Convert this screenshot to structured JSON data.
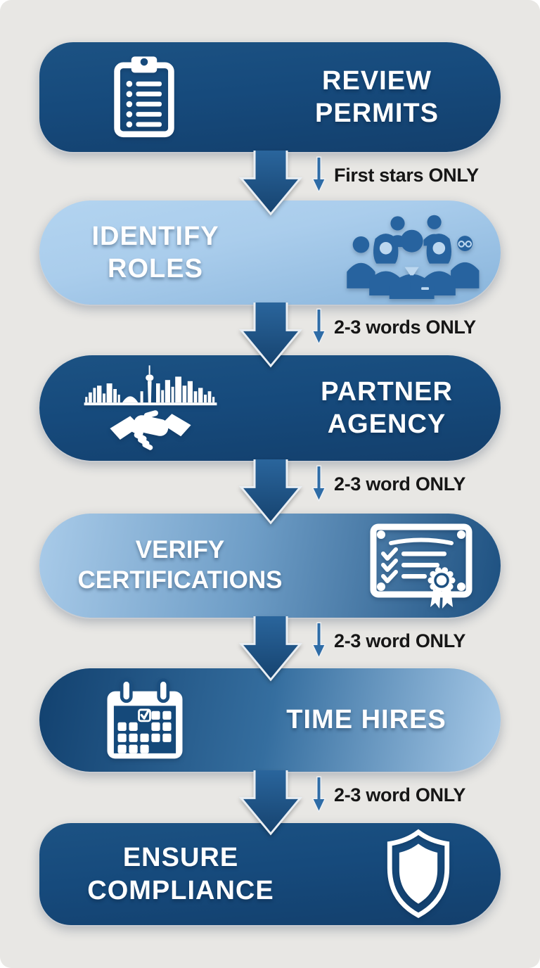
{
  "colors": {
    "dark_blue": "#164a7c",
    "dark_blue_2": "#133f6c",
    "light_blue": "#aacdec",
    "light_blue_2": "#88b4db",
    "arrow_blue": "#1f568a",
    "small_arrow": "#2e6ca6",
    "label_text": "#161616",
    "bg": "#e8e7e4",
    "icon_blue": "#27639f",
    "icon_accent": "#bcd7ef"
  },
  "steps": [
    {
      "title": "REVIEW PERMITS",
      "lines": [
        "REVIEW",
        "PERMITS"
      ],
      "icon": "clipboard-icon",
      "style": "dark",
      "icon_side": "left"
    },
    {
      "title": "IDENTIFY ROLES",
      "lines": [
        "IDENTIFY",
        "ROLES"
      ],
      "icon": "team-icon",
      "style": "light",
      "icon_side": "right"
    },
    {
      "title": "PARTNER AGENCY",
      "lines": [
        "PARTNER",
        "AGENCY"
      ],
      "icon": "handshake-skyline-icon",
      "style": "dark",
      "icon_side": "left"
    },
    {
      "title": "VERIFY CERTIFICATIONS",
      "lines": [
        "VERIFY",
        "CERTIFICATIONS"
      ],
      "icon": "certificate-icon",
      "style": "gradient-light-to-dark",
      "icon_side": "right"
    },
    {
      "title": "TIME HIRES",
      "lines": [
        "TIME HIRES"
      ],
      "icon": "calendar-icon",
      "style": "gradient-dark-to-light",
      "icon_side": "left"
    },
    {
      "title": "ENSURE COMPLIANCE",
      "lines": [
        "ENSURE",
        "COMPLIANCE"
      ],
      "icon": "shield-icon",
      "style": "dark",
      "icon_side": "right"
    }
  ],
  "connectors": [
    {
      "label": "First stars ONLY"
    },
    {
      "label": "2-3 words ONLY"
    },
    {
      "label": "2-3 word ONLY"
    },
    {
      "label": "2-3 word ONLY"
    },
    {
      "label": "2-3 word ONLY"
    }
  ]
}
